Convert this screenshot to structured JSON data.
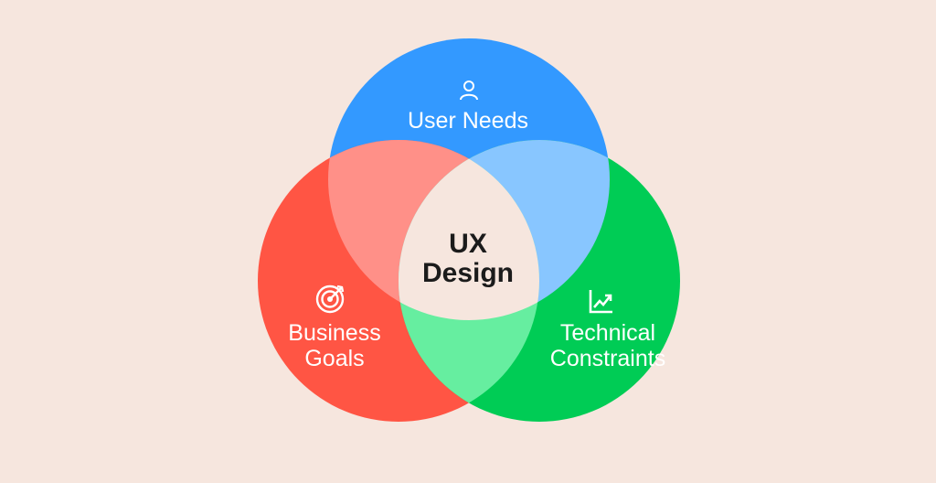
{
  "diagram": {
    "type": "venn-3",
    "center_label": "UX\nDesign",
    "sets": [
      {
        "id": "user",
        "label": "User Needs",
        "color": "#3399FF",
        "icon": "user-icon"
      },
      {
        "id": "business",
        "label": "Business\nGoals",
        "color": "#FF5544",
        "icon": "target-icon"
      },
      {
        "id": "tech",
        "label": "Technical\nConstraints",
        "color": "#00CC55",
        "icon": "chart-trend-icon"
      }
    ],
    "overlap_colors": {
      "user_business": "#FF9088",
      "user_tech": "#88C6FF",
      "business_tech": "#66EEA0",
      "all": "#F6E6DE"
    },
    "background": "#F6E6DE"
  }
}
